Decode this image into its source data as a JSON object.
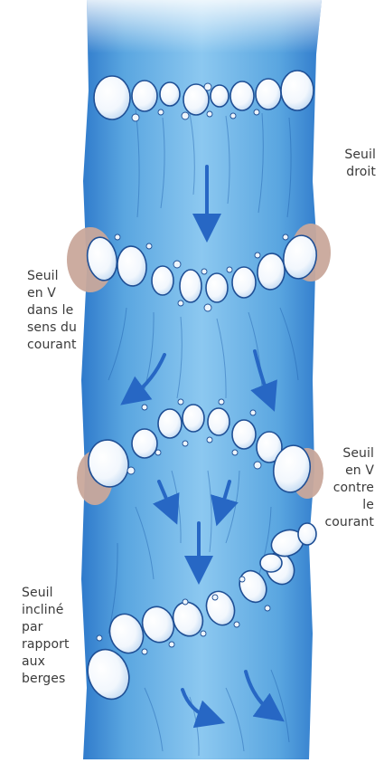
{
  "colors": {
    "water_light": "#dbeefb",
    "water_mid": "#6fb4e6",
    "water_deep": "#2e79c9",
    "arrow": "#2767c4",
    "bank_blob": "#c9a89b",
    "stone_fill": "#ffffff",
    "stone_edge": "#1f4f95",
    "label_text": "#3a3a3a"
  },
  "labels": {
    "straight": [
      "Seuil",
      "droit"
    ],
    "v_downstream": [
      "Seuil",
      "en V",
      "dans le",
      "sens du",
      "courant"
    ],
    "v_upstream": [
      "Seuil",
      "en V",
      "contre",
      "le",
      "courant"
    ],
    "inclined": [
      "Seuil",
      "incliné",
      "par",
      "rapport",
      "aux",
      "berges"
    ]
  },
  "icons": [
    "flow-arrow-icon",
    "stone-icon"
  ]
}
